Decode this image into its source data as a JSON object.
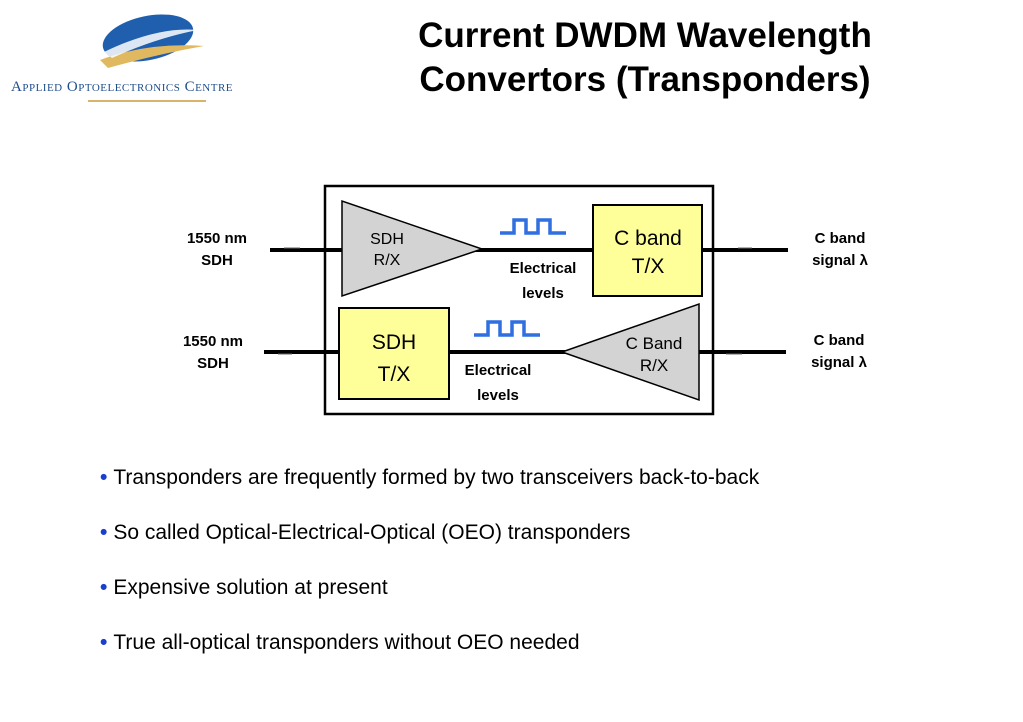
{
  "logo": {
    "name": "Applied Optoelectronics Centre",
    "colors": {
      "blue": "#1f4e8c",
      "gold": "#d9b36a"
    }
  },
  "title": {
    "line1": "Current DWDM Wavelength",
    "line2": "Convertors (Transponders)"
  },
  "diagram": {
    "top_path": {
      "input_label_1": "1550 nm",
      "input_label_2": "SDH",
      "receiver_1": "SDH",
      "receiver_2": "R/X",
      "electrical_1": "Electrical",
      "electrical_2": "levels",
      "transmitter_1": "C band",
      "transmitter_2": "T/X",
      "output_label_1": "C band",
      "output_label_2": "signal λ"
    },
    "bottom_path": {
      "output_label_1": "1550 nm",
      "output_label_2": "SDH",
      "transmitter_1": "SDH",
      "transmitter_2": "T/X",
      "electrical_1": "Electrical",
      "electrical_2": "levels",
      "receiver_1": "C Band",
      "receiver_2": "R/X",
      "input_label_1": "C band",
      "input_label_2": "signal λ"
    },
    "colors": {
      "receiver_fill": "#d3d3d3",
      "transmitter_fill": "#ffff99",
      "pulse": "#2f6fe0"
    }
  },
  "bullets": [
    "Transponders are frequently formed by two transceivers back-to-back",
    "So called Optical-Electrical-Optical (OEO) transponders",
    "Expensive solution at present",
    "True all-optical transponders without OEO needed"
  ]
}
